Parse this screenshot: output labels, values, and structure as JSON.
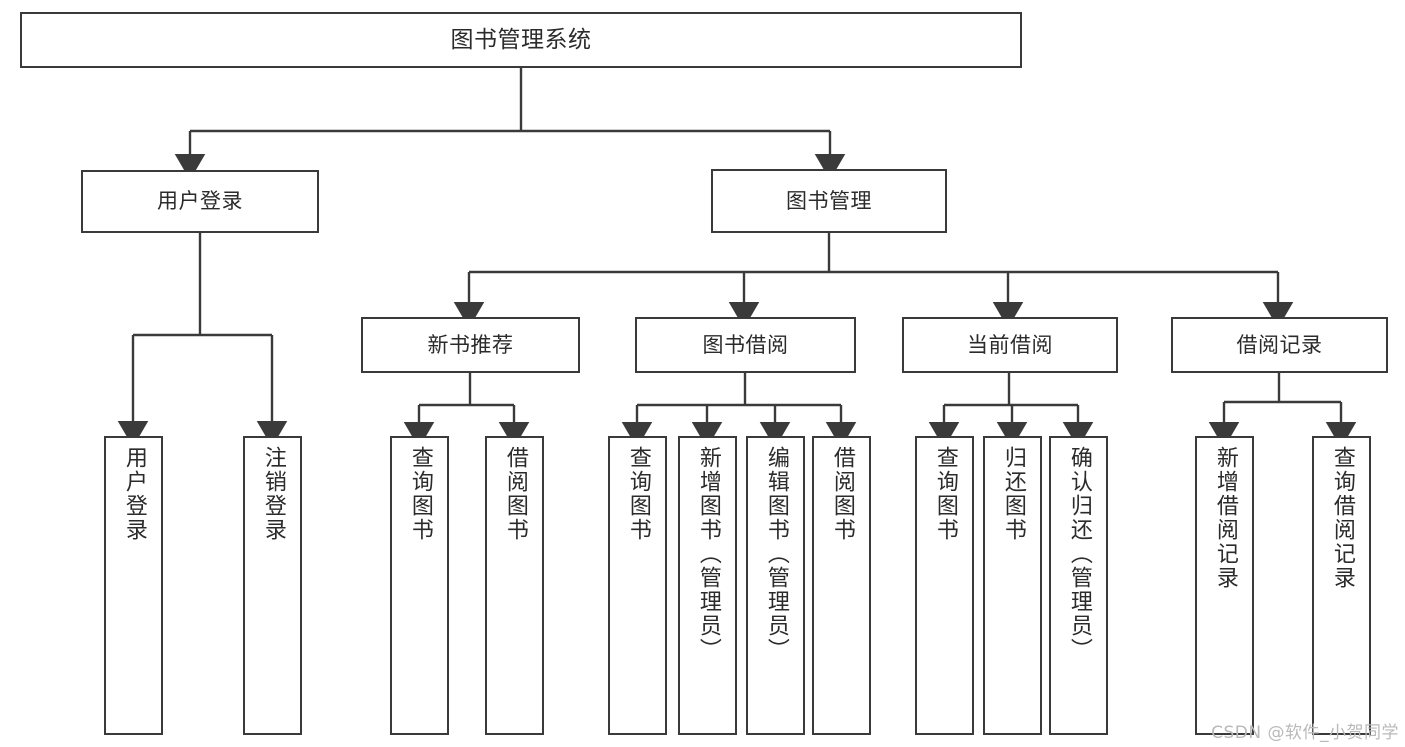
{
  "diagram": {
    "title": "图书管理系统",
    "watermark": "CSDN @软件_小贺同学",
    "line_color": "#3a3a3a",
    "text_color": "#2b2b2b",
    "background_color": "#ffffff",
    "watermark_color": "#b9b9b9",
    "orientation": "top-down-tree",
    "levels": 3
  },
  "nodes": {
    "root": {
      "label": "图书管理系统"
    },
    "level2": [
      {
        "label": "用户登录"
      },
      {
        "label": "图书管理"
      }
    ],
    "level3": [
      {
        "label": "新书推荐"
      },
      {
        "label": "图书借阅"
      },
      {
        "label": "当前借阅"
      },
      {
        "label": "借阅记录"
      }
    ],
    "leaves": {
      "user_login": [
        {
          "label": "用户登录"
        },
        {
          "label": "注销登录"
        }
      ],
      "new_book": [
        {
          "label": "查询图书"
        },
        {
          "label": "借阅图书"
        }
      ],
      "book_borrow": [
        {
          "label": "查询图书"
        },
        {
          "label": "新增图书（管理员）"
        },
        {
          "label": "编辑图书（管理员）"
        },
        {
          "label": "借阅图书"
        }
      ],
      "current_borrow": [
        {
          "label": "查询图书"
        },
        {
          "label": "归还图书"
        },
        {
          "label": "确认归还（管理员）"
        }
      ],
      "borrow_record": [
        {
          "label": "新增借阅记录"
        },
        {
          "label": "查询借阅记录"
        }
      ]
    }
  }
}
